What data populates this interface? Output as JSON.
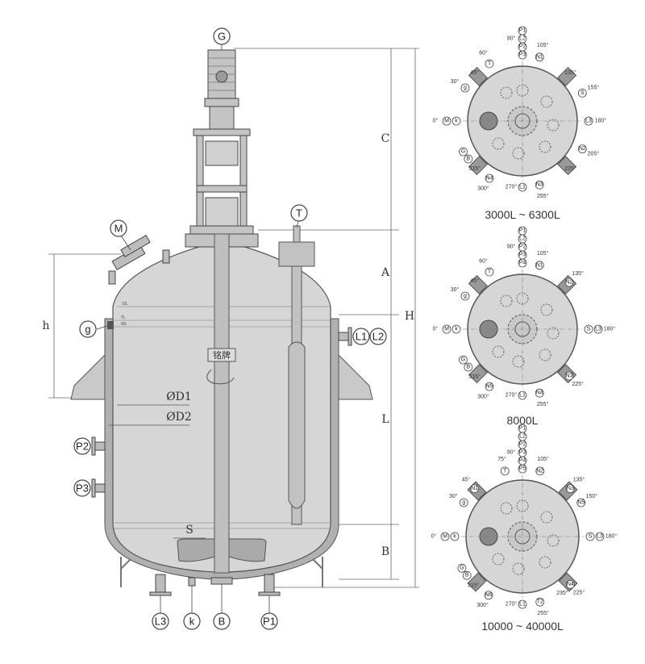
{
  "title": "Reactor vessel general arrangement drawing",
  "main_view": {
    "nozzles": {
      "G": "G",
      "T": "T",
      "M": "M",
      "g": "g",
      "L1": "L1",
      "L2": "L2",
      "P2": "P2",
      "P3": "P3",
      "L3": "L3",
      "k": "k",
      "B": "B",
      "P1": "P1"
    },
    "dimensions": {
      "C": "C",
      "A": "A",
      "H": "H",
      "L": "L",
      "B": "B",
      "h": "h",
      "D1": "ØD1",
      "D2": "ØD2",
      "S": "S"
    },
    "nameplate": "铭牌",
    "level_marks": [
      "DL",
      "TL",
      "WL"
    ]
  },
  "plan_views": [
    {
      "caption": "3000L ~ 6300L",
      "nozzles": [
        {
          "labels": [
            "P3",
            "P2",
            "L2",
            "P1"
          ],
          "angle": "90°"
        },
        {
          "labels": [
            "T"
          ],
          "angle": "60°"
        },
        {
          "labels": [],
          "angle": "45°"
        },
        {
          "labels": [
            "g"
          ],
          "angle": "30°"
        },
        {
          "labels": [
            "k",
            "M"
          ],
          "angle": "0°"
        },
        {
          "labels": [
            "N1"
          ],
          "angle": "105°"
        },
        {
          "labels": [],
          "angle": "135°"
        },
        {
          "labels": [
            "S"
          ],
          "angle": "155°"
        },
        {
          "labels": [
            "L3"
          ],
          "angle": "180°"
        },
        {
          "labels": [
            "N2"
          ],
          "angle": "205°"
        },
        {
          "labels": [],
          "angle": "225°"
        },
        {
          "labels": [
            "N3"
          ],
          "angle": "255°"
        },
        {
          "labels": [
            "L1"
          ],
          "angle": "270°"
        },
        {
          "labels": [
            "N4"
          ],
          "angle": "300°"
        },
        {
          "labels": [],
          "angle": "315°"
        },
        {
          "labels": [
            "B",
            "G"
          ],
          "angle": ""
        }
      ]
    },
    {
      "caption": "8000L",
      "nozzles": [
        {
          "labels": [
            "P4",
            "P3",
            "P2",
            "L2",
            "P1"
          ],
          "angle": "90°"
        },
        {
          "labels": [
            "N1"
          ],
          "angle": "105°"
        },
        {
          "labels": [
            "T"
          ],
          "angle": "60°"
        },
        {
          "labels": [],
          "angle": "45°"
        },
        {
          "labels": [
            "g"
          ],
          "angle": "30°"
        },
        {
          "labels": [
            "k",
            "M"
          ],
          "angle": "0°"
        },
        {
          "labels": [
            "N2"
          ],
          "angle": "135°"
        },
        {
          "labels": [
            "S",
            "L3"
          ],
          "angle": "180°"
        },
        {
          "labels": [
            "N3"
          ],
          "angle": "225°"
        },
        {
          "labels": [
            "N4"
          ],
          "angle": "255°"
        },
        {
          "labels": [
            "L1"
          ],
          "angle": "270°"
        },
        {
          "labels": [
            "N5"
          ],
          "angle": "300°"
        },
        {
          "labels": [],
          "angle": "315°"
        },
        {
          "labels": [
            "B",
            "G"
          ],
          "angle": ""
        }
      ]
    },
    {
      "caption": "10000 ~ 40000L",
      "nozzles": [
        {
          "labels": [
            "P5",
            "P4",
            "P3",
            "P2",
            "L2",
            "P1"
          ],
          "angle": "90°"
        },
        {
          "labels": [
            "T"
          ],
          "angle": "75°"
        },
        {
          "labels": [
            "N1"
          ],
          "angle": "45°"
        },
        {
          "labels": [
            "g"
          ],
          "angle": "30°"
        },
        {
          "labels": [
            "k",
            "M"
          ],
          "angle": "0°"
        },
        {
          "labels": [
            "N2"
          ],
          "angle": "105°"
        },
        {
          "labels": [
            "N3"
          ],
          "angle": "135°"
        },
        {
          "labels": [
            "N5"
          ],
          "angle": "150°"
        },
        {
          "labels": [
            "S",
            "L3"
          ],
          "angle": "180°"
        },
        {
          "labels": [
            "N4"
          ],
          "angle": "225°"
        },
        {
          "labels": [],
          "angle": "235°"
        },
        {
          "labels": [
            "T2"
          ],
          "angle": "255°"
        },
        {
          "labels": [
            "L1"
          ],
          "angle": "270°"
        },
        {
          "labels": [
            "N6"
          ],
          "angle": "300°"
        },
        {
          "labels": [],
          "angle": "315°"
        },
        {
          "labels": [
            "B",
            "G"
          ],
          "angle": ""
        }
      ]
    }
  ],
  "colors": {
    "vessel_fill": "#d6d6d6",
    "line": "#555555",
    "jacket": "#a8a8a8"
  }
}
